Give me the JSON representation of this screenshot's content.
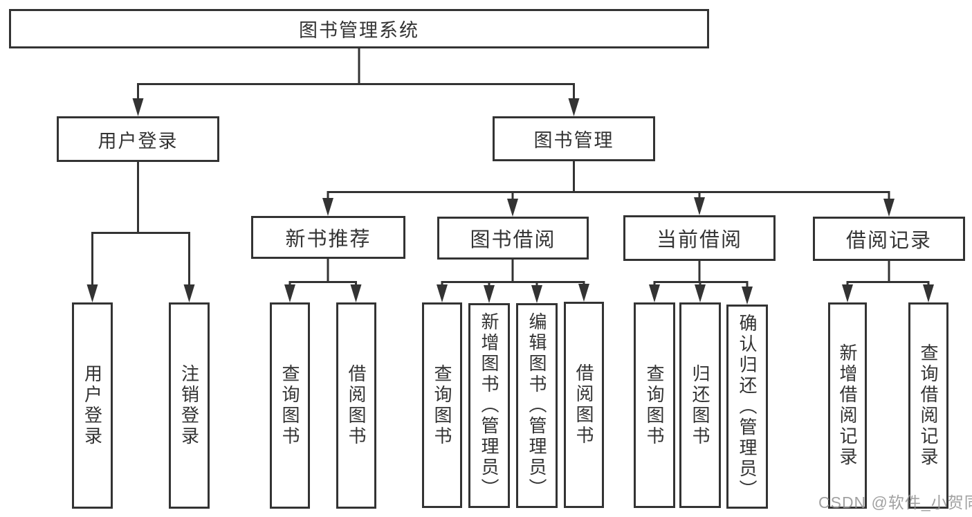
{
  "nodes": {
    "root": "图书管理系统",
    "user_login": "用户登录",
    "book_mgmt": "图书管理",
    "leaf_user_login": "用户登录",
    "leaf_logout": "注销登录",
    "new_books": "新书推荐",
    "book_borrow": "图书借阅",
    "current_borrow": "当前借阅",
    "borrow_records": "借阅记录",
    "nb_query": "查询图书",
    "nb_borrow": "借阅图书",
    "bb_query": "查询图书",
    "bb_add": "新增图书（管理员）",
    "bb_edit": "编辑图书（管理员）",
    "bb_borrow": "借阅图书",
    "cb_query": "查询图书",
    "cb_return": "归还图书",
    "cb_confirm": "确认归还（管理员）",
    "br_add": "新增借阅记录",
    "br_query": "查询借阅记录"
  },
  "structure": {
    "图书管理系统": {
      "用户登录": [
        "用户登录",
        "注销登录"
      ],
      "图书管理": {
        "新书推荐": [
          "查询图书",
          "借阅图书"
        ],
        "图书借阅": [
          "查询图书",
          "新增图书（管理员）",
          "编辑图书（管理员）",
          "借阅图书"
        ],
        "当前借阅": [
          "查询图书",
          "归还图书",
          "确认归还（管理员）"
        ],
        "借阅记录": [
          "新增借阅记录",
          "查询借阅记录"
        ]
      }
    }
  },
  "watermark": "CSDN @软件_小贺同学",
  "colors": {
    "line": "#333333",
    "box_border": "#333333",
    "box_fill": "#ffffff",
    "text": "#333333",
    "watermark": "#949494"
  }
}
